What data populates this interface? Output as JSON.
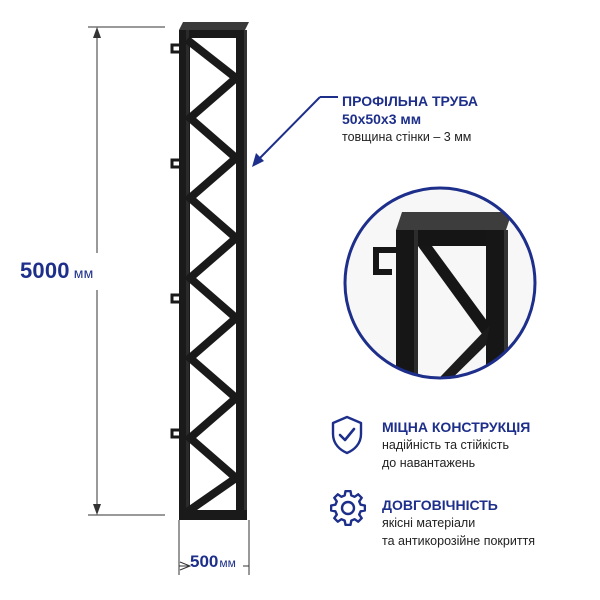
{
  "dimensions": {
    "height_value": "5000",
    "height_unit": "мм",
    "width_value": "500",
    "width_unit": "мм"
  },
  "callout": {
    "title": "ПРОФІЛЬНА ТРУБА",
    "size": "50х50х3 мм",
    "note": "товщина стінки – 3 мм"
  },
  "features": [
    {
      "title": "МІЦНА КОНСТРУКЦІЯ",
      "line1": "надійність та стійкість",
      "line2": "до навантажень",
      "icon": "shield-check-icon"
    },
    {
      "title": "ДОВГОВІЧНІСТЬ",
      "line1": "якісні матеріали",
      "line2": "та антикорозійне покриття",
      "icon": "gear-icon"
    }
  ],
  "colors": {
    "accent": "#1d2f8a",
    "frame": "#1a1a1a",
    "text": "#222222"
  }
}
